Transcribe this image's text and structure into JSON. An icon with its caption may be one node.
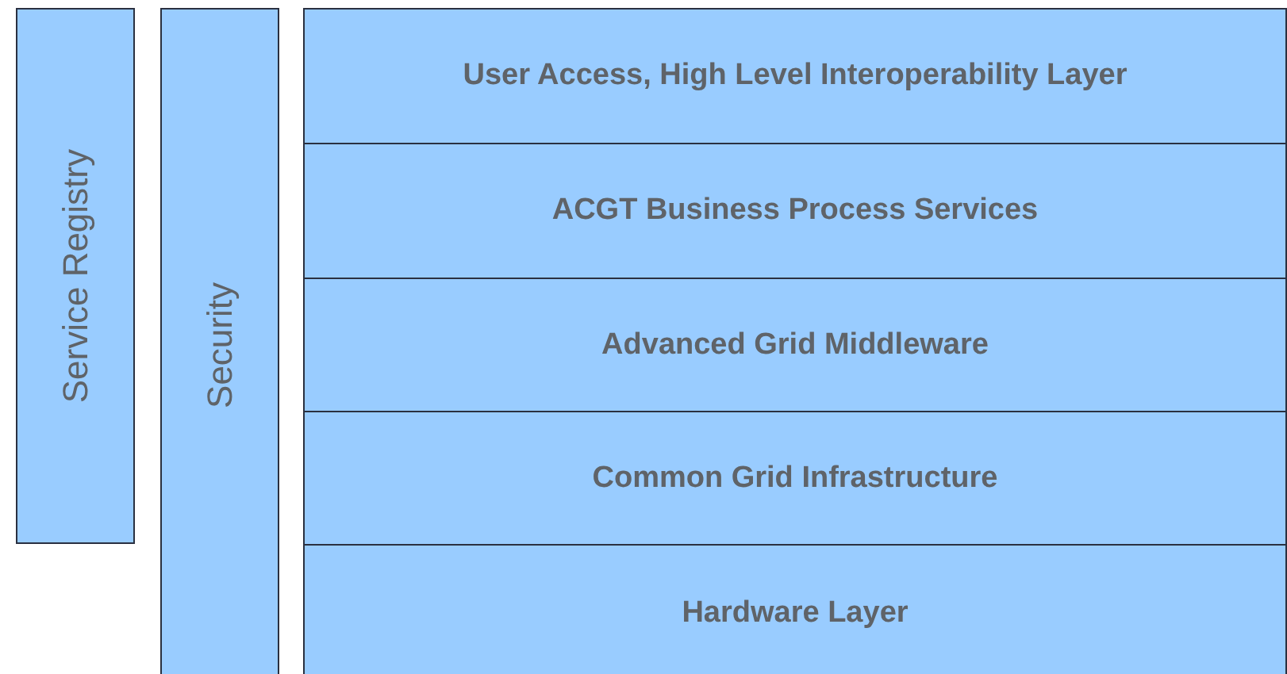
{
  "diagram": {
    "nodes": [
      {
        "text": [
          "Service Registry"
        ]
      },
      {
        "text": [
          "Security"
        ]
      },
      {
        "text": [
          "User Access, High Level Interoperability Layer"
        ]
      },
      {
        "text": [
          "ACGT Business Process Services"
        ]
      },
      {
        "text": [
          "Advanced Grid Middleware"
        ]
      },
      {
        "text": [
          "Common Grid Infrastructure"
        ]
      },
      {
        "text": [
          "Hardware Layer"
        ]
      }
    ]
  }
}
